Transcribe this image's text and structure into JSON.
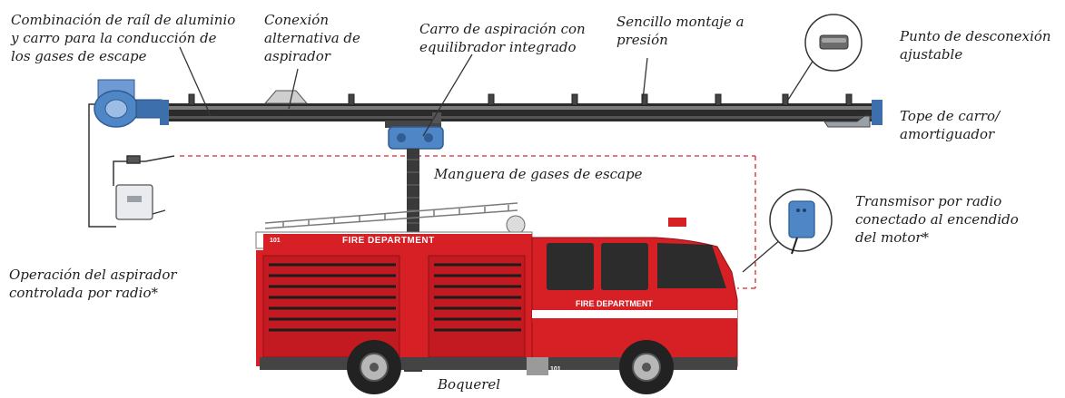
{
  "labels": {
    "rail": "Combinación de raíl de aluminio\ny carro para la conducción de\nlos gases de escape",
    "alt_connection": "Conexión\nalternativa de\naspirador",
    "carriage": "Carro de aspiración con\nequilibrador integrado",
    "mounting": "Sencillo montaje a\npresión",
    "disconnect": "Punto de desconexión\najustable",
    "stop": "Tope de carro/\namortiguador",
    "hose": "Manguera de gases de escape",
    "transmitter": "Transmisor por radio\nconectado al encendido\ndel motor*",
    "radio_operation": "Operación del aspirador\ncontrolada por radio*",
    "nozzle": "Boquerel"
  },
  "truck": {
    "body_text": "FIRE DEPARTMENT",
    "door_text": "FIRE DEPARTMENT",
    "number": "101"
  },
  "colors": {
    "truck_red": "#d71f26",
    "fan_blue": "#4f86c6",
    "rail_dark": "#2b2b2b",
    "link_red": "#d8262c"
  }
}
